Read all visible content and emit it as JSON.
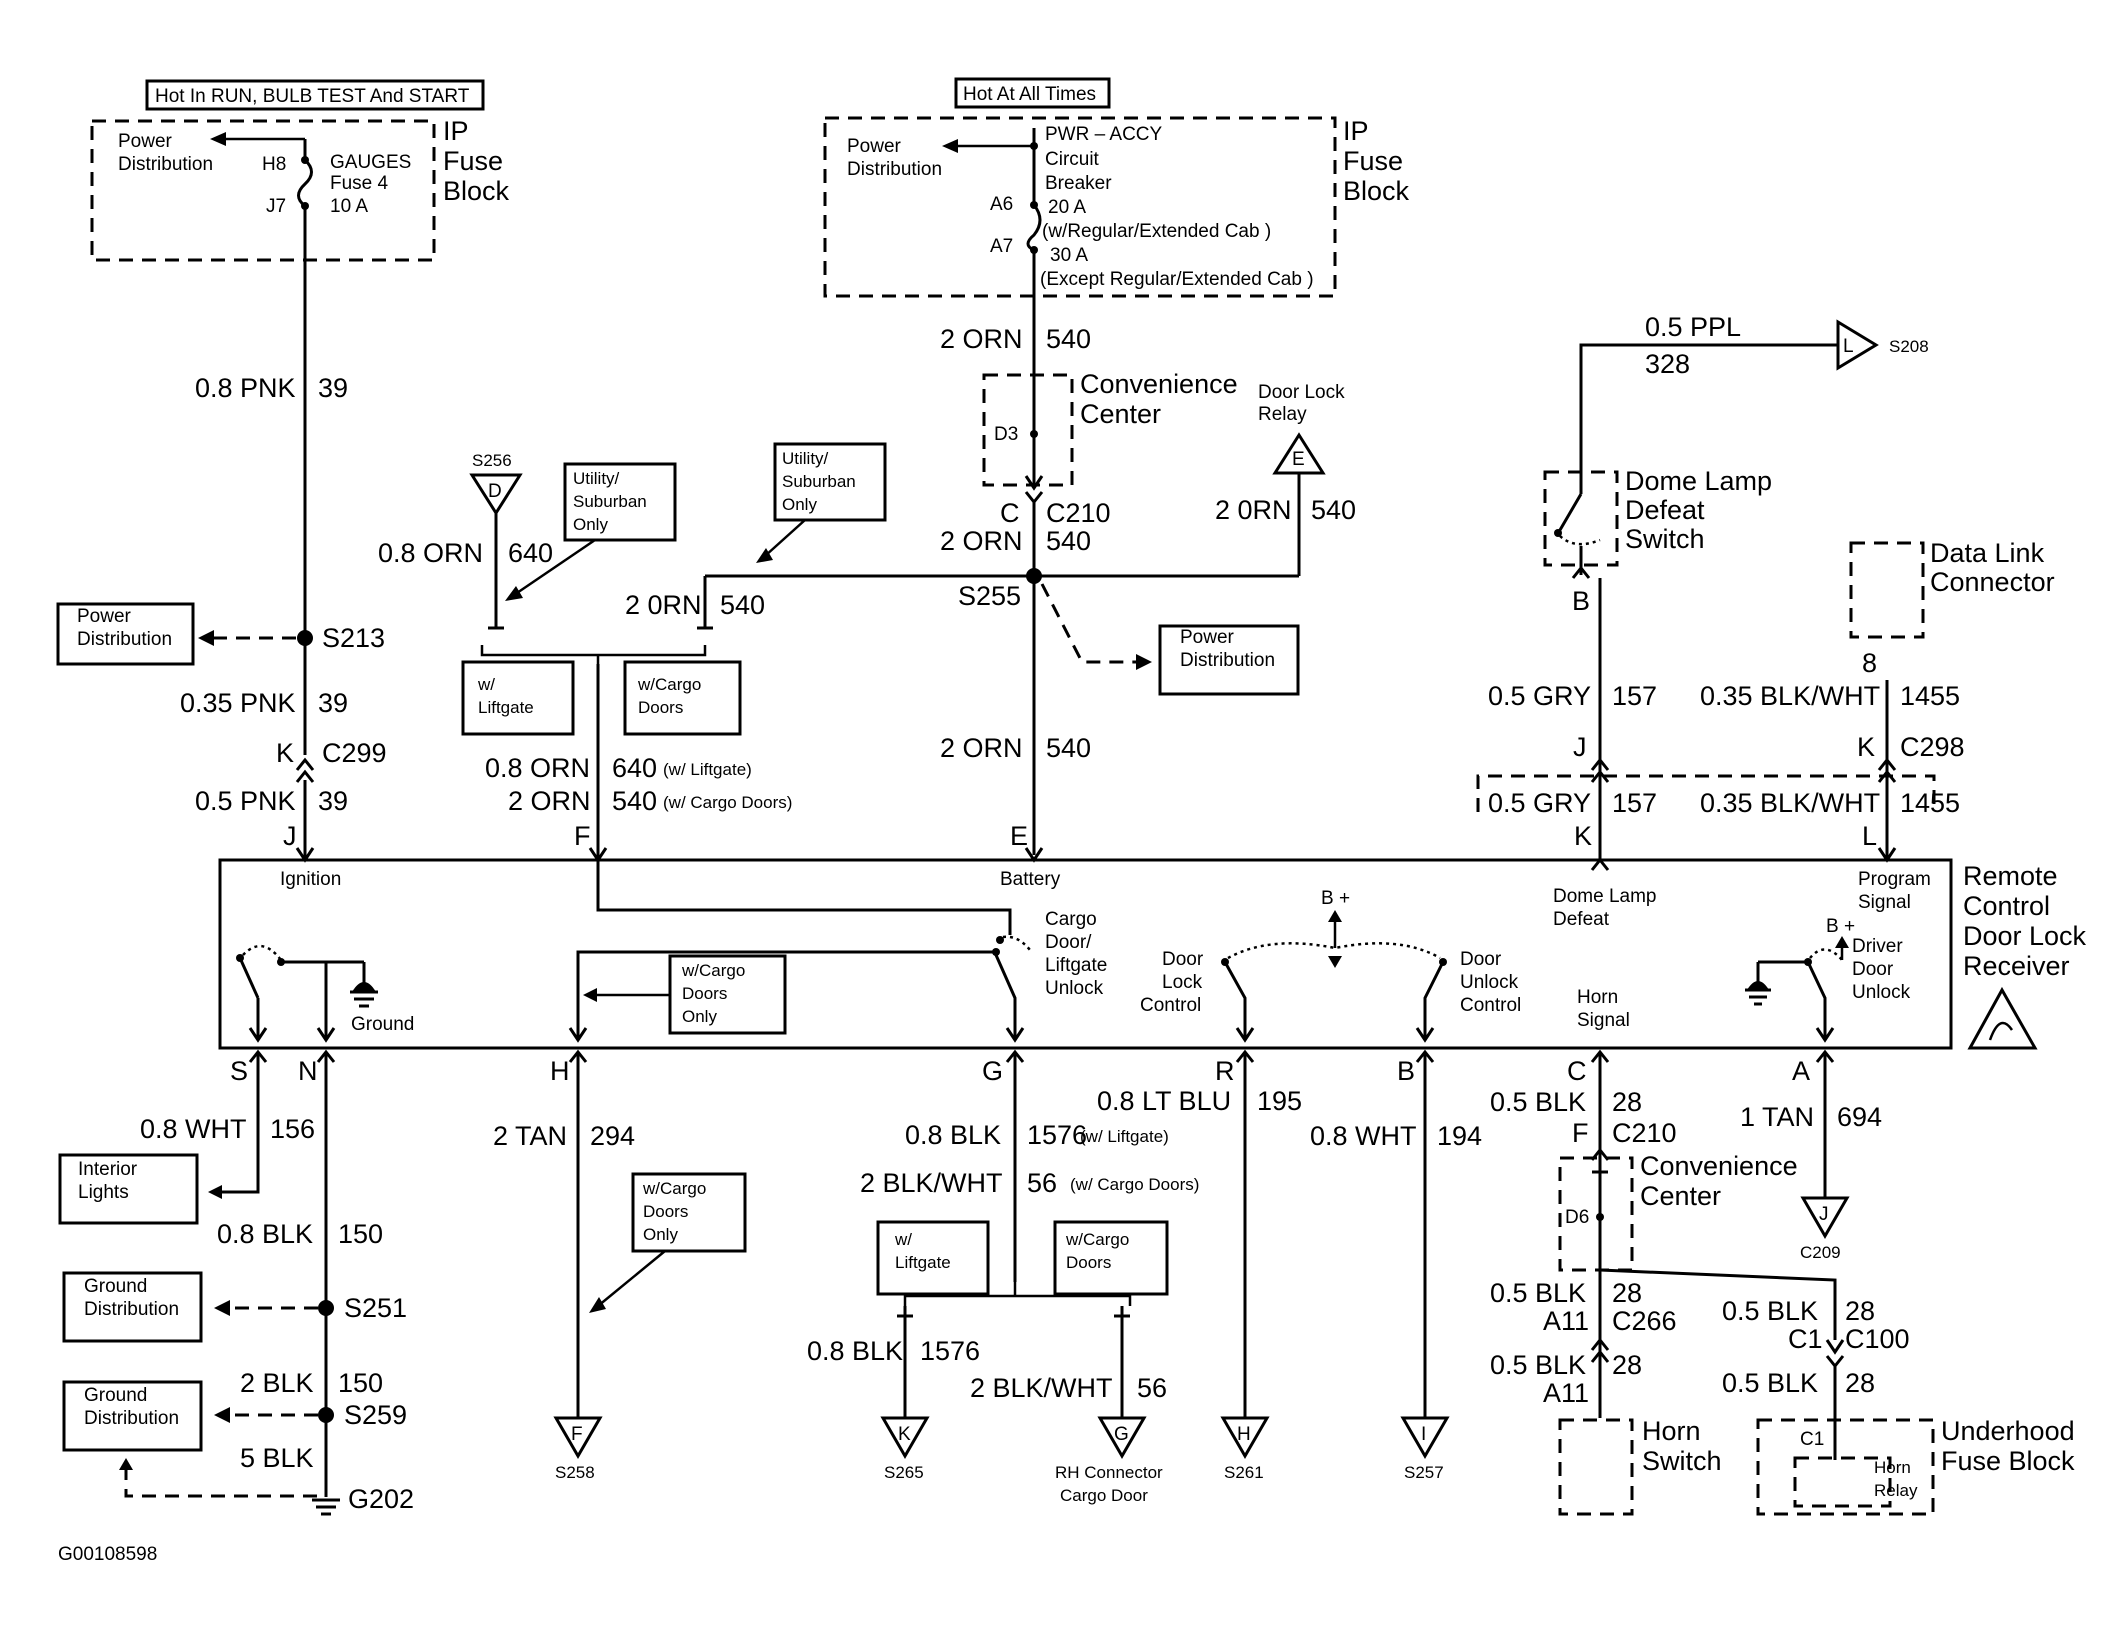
{
  "top": {
    "hot_run": "Hot In RUN, BULB TEST And START",
    "hot_all": "Hot At All Times",
    "ip": "IP",
    "fuse": "Fuse",
    "block": "Block",
    "power": "Power",
    "distribution": "Distribution",
    "h8": "H8",
    "j7": "J7",
    "gauges": "GAUGES",
    "fuse4": "Fuse 4",
    "a10": "10 A",
    "pwr_accy": "PWR – ACCY",
    "circuit": "Circuit",
    "breaker": "Breaker",
    "a6": "A6",
    "a7": "A7",
    "a20": "20 A",
    "reg_cab": "(w/Regular/Extended Cab )",
    "a30": "30 A",
    "exc_cab": "(Except Regular/Extended Cab )"
  },
  "wires": {
    "pnk08": "0.8 PNK",
    "pnk035": "0.35 PNK",
    "pnk05": "0.5 PNK",
    "n39": "39",
    "orn2": "2 ORN",
    "orn2b": "2 0RN",
    "orn08": "0.8 ORN",
    "n540": "540",
    "n640": "640",
    "w_liftgate_paren": "(w/ Liftgate)",
    "w_cargo_paren": "(w/ Cargo Doors)",
    "ppl": "0.5 PPL",
    "n328": "328",
    "gry": "0.5 GRY",
    "n157": "157",
    "blkwht035": "0.35 BLK/WHT",
    "n1455": "1455",
    "wht08": "0.8 WHT",
    "n156": "156",
    "blk08": "0.8 BLK",
    "n150": "150",
    "blk2": "2 BLK",
    "blk5": "5 BLK",
    "tan2": "2 TAN",
    "n294": "294",
    "n1576": "1576",
    "blkwht2": "2 BLK/WHT",
    "n56": "56",
    "ltblu": "0.8 LT BLU",
    "n195": "195",
    "n194": "194",
    "blk05": "0.5 BLK",
    "n28": "28",
    "tan1": "1 TAN",
    "n694": "694"
  },
  "conn": {
    "s213": "S213",
    "s255": "S255",
    "s251": "S251",
    "s259": "S259",
    "g202": "G202",
    "c299": "C299",
    "c210": "C210",
    "c298": "C298",
    "c266": "C266",
    "c100": "C100",
    "c1": "C1",
    "a11": "A11",
    "k": "K",
    "j": "J",
    "f": "F",
    "e": "E",
    "c": "C",
    "b": "B",
    "l": "L",
    "s": "S",
    "n": "N",
    "h": "H",
    "g": "G",
    "r": "R",
    "a": "A",
    "d": "D",
    "i": "I",
    "p8": "8",
    "d3": "D3",
    "d6": "D6",
    "s256": "S256",
    "s208": "S208",
    "s258": "S258",
    "s265": "S265",
    "s261": "S261",
    "s257": "S257",
    "c209": "C209"
  },
  "labels": {
    "convenience": "Convenience",
    "center": "Center",
    "door_lock": "Door Lock",
    "relay": "Relay",
    "utility": "Utility/",
    "suburban": "Suburban",
    "only": "Only",
    "w_slash": "w/",
    "liftgate": "Liftgate",
    "w_cargo": "w/Cargo",
    "doors": "Doors",
    "dome_lamp": "Dome Lamp",
    "defeat": "Defeat",
    "switch": "Switch",
    "data_link": "Data Link",
    "connector": "Connector",
    "remote": "Remote",
    "control": "Control",
    "door_lock_word": "Door Lock",
    "receiver": "Receiver",
    "interior": "Interior",
    "lights": "Lights",
    "ground": "Ground",
    "ground_dist": "Ground",
    "horn": "Horn",
    "underhood": "Underhood",
    "fuse_block": "Fuse Block",
    "rh_connector": "RH Connector",
    "cargo_door": "Cargo Door",
    "figure_id": "G00108598"
  },
  "module": {
    "ignition": "Ignition",
    "battery": "Battery",
    "ground": "Ground",
    "cargo": "Cargo",
    "door_slash": "Door/",
    "liftgate": "Liftgate",
    "unlock": "Unlock",
    "door": "Door",
    "lock": "Lock",
    "control": "Control",
    "bplus": "B +",
    "horn": "Horn",
    "signal": "Signal",
    "dome_lamp": "Dome Lamp",
    "defeat": "Defeat",
    "program": "Program",
    "prog_signal": "Signal",
    "driver": "Driver"
  }
}
